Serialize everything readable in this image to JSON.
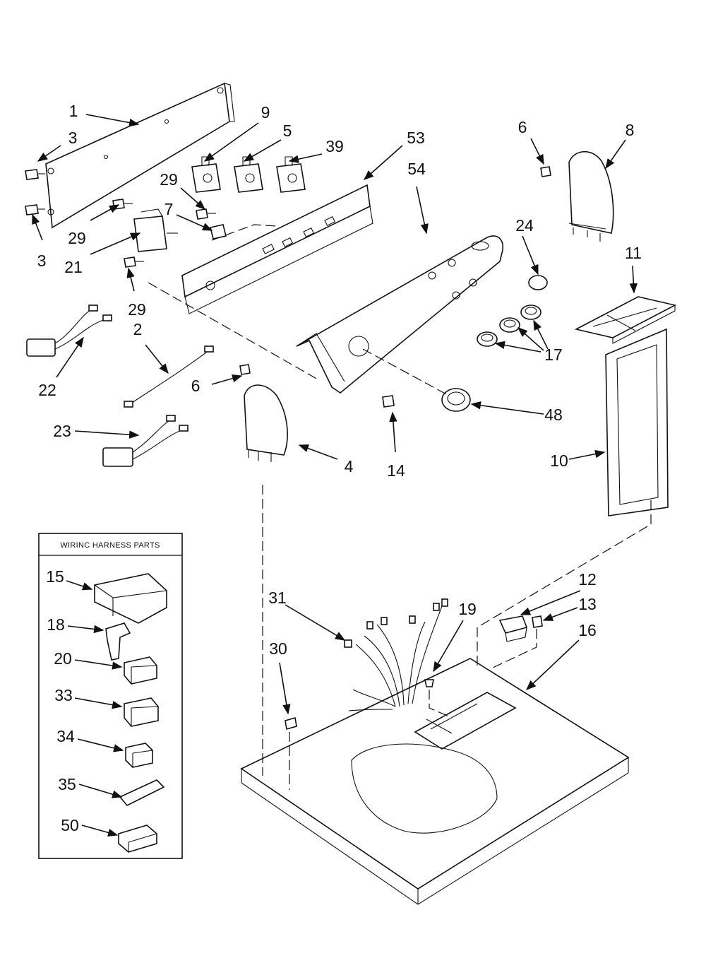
{
  "diagram": {
    "wiring_box_title": "WIRINC HARNESS PARTS",
    "callouts": {
      "c1": "1",
      "c3a": "3",
      "c3b": "3",
      "c29a": "29",
      "c29b": "29",
      "c29c": "29",
      "c21": "21",
      "c7": "7",
      "c9": "9",
      "c5": "5",
      "c39": "39",
      "c53": "53",
      "c54": "54",
      "c6a": "6",
      "c6b": "6",
      "c8": "8",
      "c24": "24",
      "c11": "11",
      "c17": "17",
      "c22": "22",
      "c2": "2",
      "c23": "23",
      "c4": "4",
      "c14": "14",
      "c48": "48",
      "c10": "10",
      "c12": "12",
      "c13": "13",
      "c16": "16",
      "c19": "19",
      "c31": "31",
      "c30": "30",
      "c15": "15",
      "c18": "18",
      "c20": "20",
      "c33": "33",
      "c34": "34",
      "c35": "35",
      "c50": "50"
    }
  }
}
